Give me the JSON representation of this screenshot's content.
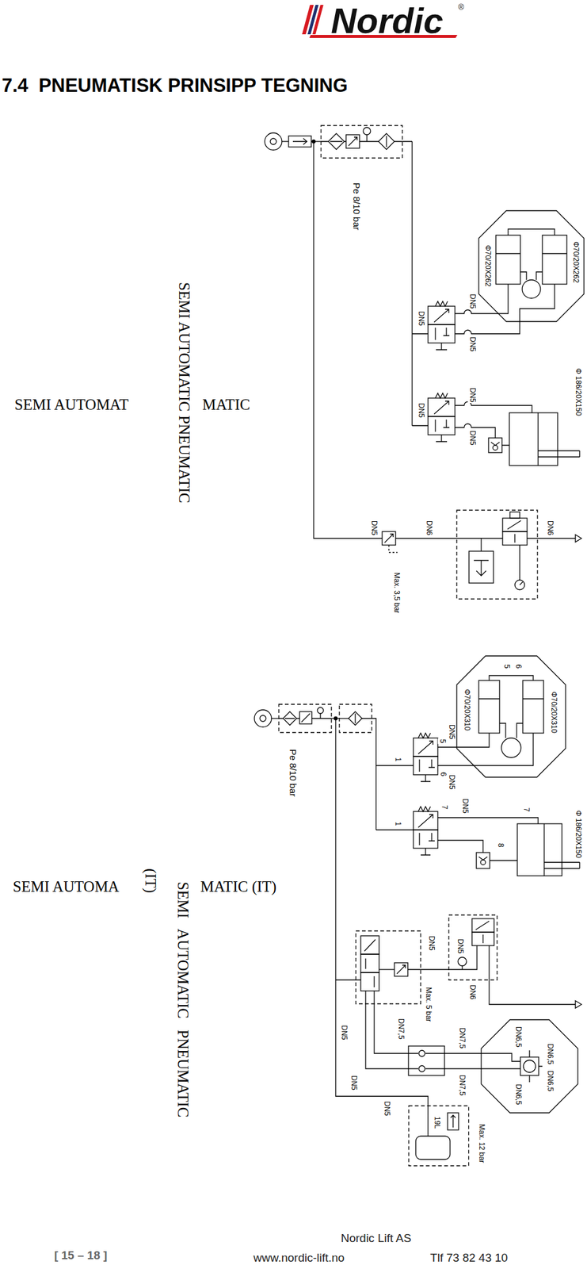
{
  "diagram": {
    "title": "7.4  PNEUMATISK PRINSIPP TEGNING",
    "nodes": [
      {
        "text": [
          "Φ70/20X262",
          "Φ70/20X262"
        ]
      },
      {
        "text": [
          "Φ70/20X310",
          "Φ70/20X310",
          "5",
          "6"
        ]
      },
      {
        "text": [
          "DN6,5",
          "DN6,5",
          "DN6,5",
          "DN6,5"
        ]
      },
      {
        "text": [
          "19L",
          "Max. 12 bar"
        ]
      }
    ],
    "labels": [
      "Nordic",
      "®",
      "Pe 8/10 bar",
      "DN5",
      "DN5",
      "DN5",
      "DN5",
      "DN5",
      "DN5",
      "Φ 186/20X150",
      "SEMI AUTOMAT",
      "MATIC",
      "SEMI AUTOMATIC PNEUMATIC",
      "DN5",
      "Max. 3,5 bar",
      "DN6",
      "DN6",
      "Pe 8/10 bar",
      "1",
      "5",
      "DN5",
      "6",
      "DN5",
      "1",
      "7",
      "DN5",
      "7",
      "8",
      "Φ 186/20X150",
      "SEMI AUTOMA",
      "(IT)",
      "MATIC (IT)",
      "SEMI AUTOMATIC PNEUMATIC",
      "DN5",
      "DN5",
      "Max. 5 bar",
      "DN6",
      "DN5",
      "DN7,5",
      "DN7,5",
      "DN7,5",
      "DN5",
      "DN5",
      "[ 15 – 18 ]",
      "Nordic Lift AS",
      "www.nordic-lift.no",
      "Tlf 73 82 43 10"
    ]
  }
}
